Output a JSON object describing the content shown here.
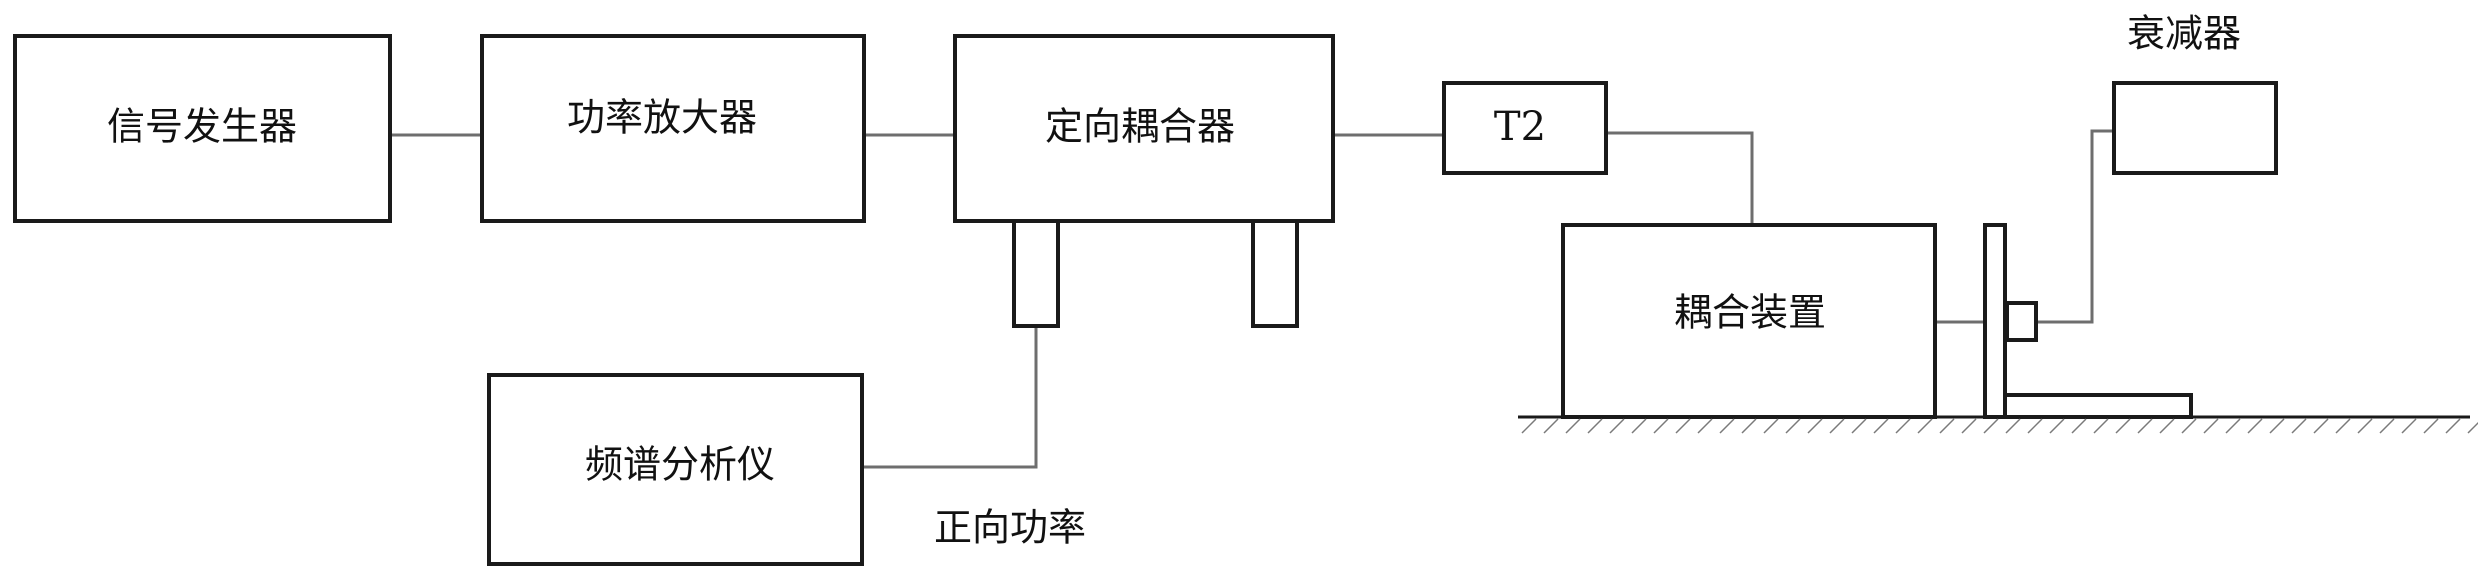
{
  "blocks": {
    "signal_generator": "信号发生器",
    "power_amplifier": "功率放大器",
    "directional_coupler": "定向耦合器",
    "t2": "T2",
    "attenuator": "衰减器",
    "coupling_device": "耦合装置",
    "spectrum_analyzer": "频谱分析仪"
  },
  "annotations": {
    "forward_power": "正向功率"
  }
}
